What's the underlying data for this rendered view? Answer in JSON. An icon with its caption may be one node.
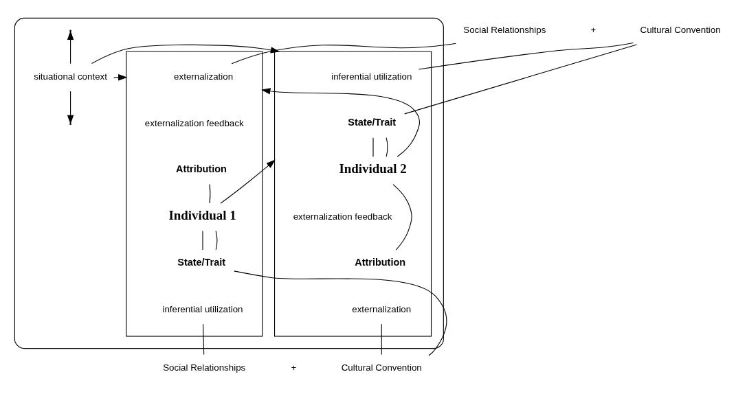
{
  "diagram": {
    "nodes": [
      {
        "text": [],
        "shape": "box"
      },
      {
        "text": [],
        "shape": "box",
        "in": 0
      },
      {
        "text": [],
        "shape": "box",
        "in": 0
      },
      {
        "text": [
          "externalization"
        ],
        "in": 1
      },
      {
        "text": [
          "externalization feedback"
        ],
        "in": 1
      },
      {
        "text": [
          "Attribution"
        ],
        "in": 1
      },
      {
        "text": [
          "Individual 1"
        ],
        "in": 1
      },
      {
        "text": [
          "State/Trait"
        ],
        "in": 1
      },
      {
        "text": [
          "inferential utilization"
        ],
        "in": 1
      },
      {
        "text": [
          "inferential utilization"
        ],
        "in": 2
      },
      {
        "text": [
          "State/Trait"
        ],
        "in": 2
      },
      {
        "text": [
          "Individual 2"
        ],
        "in": 2
      },
      {
        "text": [
          "externalization feedback"
        ],
        "in": 2
      },
      {
        "text": [
          "Attribution"
        ],
        "in": 2
      },
      {
        "text": [
          "externalization"
        ],
        "in": 2
      },
      {
        "text": [
          "situational context"
        ],
        "in": 0
      },
      {
        "text": [
          "Social Relationships"
        ]
      },
      {
        "text": [
          "Cultural Convention"
        ]
      },
      {
        "text": [
          "Social Relationships"
        ]
      },
      {
        "text": [
          "Cultural Convention"
        ]
      }
    ],
    "edges": [
      {
        "from": 5,
        "to": 6,
        "arrow": "none"
      },
      {
        "from": 7,
        "to": 6,
        "arrow": "none"
      },
      {
        "from": 7,
        "to": 6,
        "arrow": "none"
      },
      {
        "from": 6,
        "to": 2,
        "arrow": "to"
      },
      {
        "from": 11,
        "to": 1,
        "arrow": "to"
      },
      {
        "from": 10,
        "to": 11,
        "arrow": "none"
      },
      {
        "from": 10,
        "to": 11,
        "arrow": "none"
      },
      {
        "from": 13,
        "to": 11,
        "arrow": "none"
      },
      {
        "from": 15,
        "to": 1,
        "arrow": "to"
      },
      {
        "from": 15,
        "to": 2,
        "arrow": "to"
      },
      {
        "from": 15,
        "to": null,
        "arrow": "to"
      },
      {
        "from": 15,
        "to": null,
        "arrow": "to"
      },
      {
        "from": 16,
        "to": 3,
        "arrow": "none"
      },
      {
        "from": 17,
        "to": 9,
        "arrow": "none"
      },
      {
        "from": 17,
        "to": 10,
        "arrow": "none"
      },
      {
        "from": 18,
        "to": 8,
        "arrow": "none"
      },
      {
        "from": 19,
        "to": 14,
        "arrow": "none"
      },
      {
        "from": 19,
        "to": 7,
        "arrow": "none"
      }
    ],
    "labels": [
      "+",
      "+"
    ]
  }
}
